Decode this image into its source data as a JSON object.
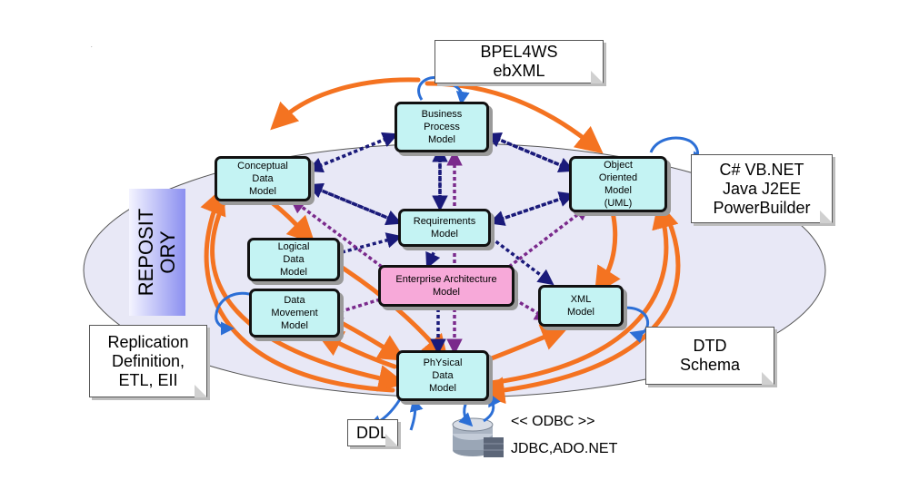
{
  "repository_label": "REPOSIT\nORY",
  "nodes": {
    "business_process": "Business\nProcess\nModel",
    "conceptual": "Conceptual\nData\nModel",
    "object_oriented": "Object\nOriented\nModel\n(UML)",
    "requirements": "Requirements\nModel",
    "logical": "Logical\nData\nModel",
    "enterprise": "Enterprise Architecture\nModel",
    "data_movement": "Data\nMovement\nModel",
    "xml": "XML\nModel",
    "physical": "PhYsical\nData\nModel"
  },
  "notes": {
    "bpel": "BPEL4WS\nebXML",
    "lang": "C# VB.NET\nJava J2EE\nPowerBuilder",
    "replication": "Replication\nDefinition,\nETL, EII",
    "dtd": "DTD\nSchema",
    "ddl": "DDL"
  },
  "labels": {
    "odbc": "<< ODBC >>",
    "jdbc": "JDBC,ADO.NET"
  },
  "colors": {
    "node_fill": "#c4f3f3",
    "center_fill": "#f7a9d9",
    "orange_arrow": "#f47321",
    "navy_arrow": "#1a1a7a",
    "purple_arrow": "#7a2a8c",
    "blue_loop": "#2c6fd6",
    "ellipse_fill": "#e8e8f6"
  }
}
